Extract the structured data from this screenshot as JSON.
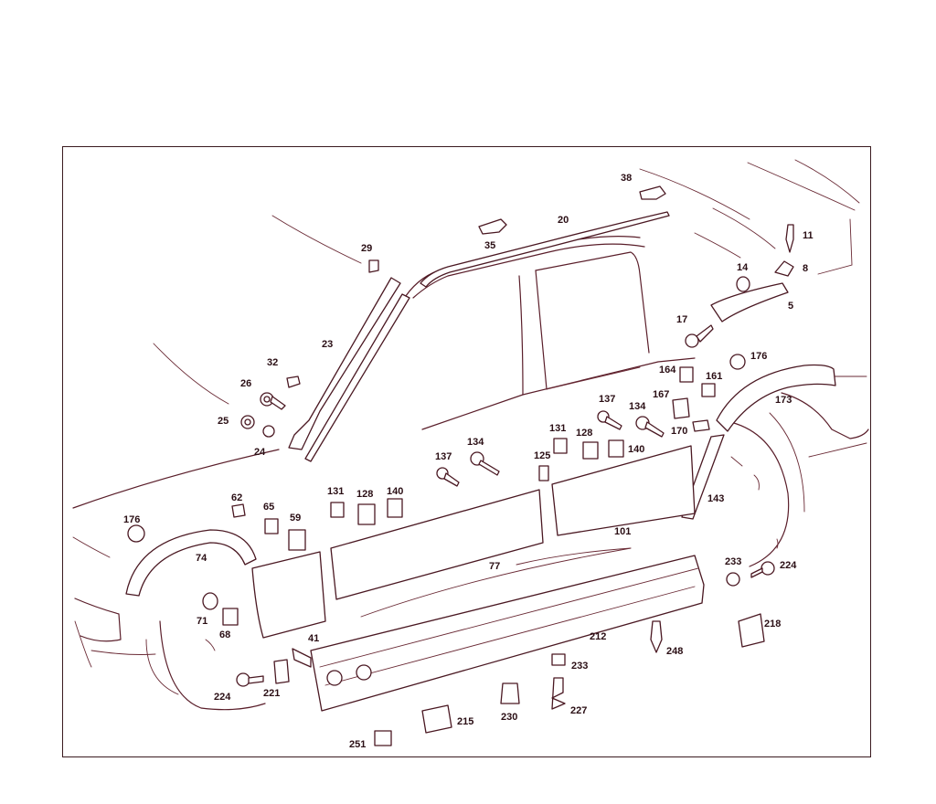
{
  "diagram": {
    "labels": [
      "29",
      "23",
      "32",
      "26",
      "25",
      "24",
      "20",
      "35",
      "38",
      "11",
      "8",
      "14",
      "5",
      "17",
      "176",
      "164",
      "161",
      "173",
      "137",
      "134",
      "167",
      "170",
      "131",
      "128",
      "140",
      "125",
      "143",
      "62",
      "65",
      "59",
      "77",
      "101",
      "74",
      "71",
      "68",
      "41",
      "233",
      "224",
      "218",
      "212",
      "248",
      "221",
      "215",
      "230",
      "227",
      "251"
    ]
  }
}
